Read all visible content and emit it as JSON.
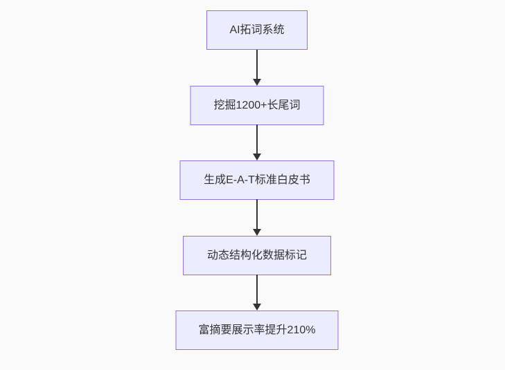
{
  "diagram": {
    "type": "flowchart",
    "direction": "top-down",
    "nodes": [
      {
        "id": "step-1",
        "label": "AI拓词系统"
      },
      {
        "id": "step-2",
        "label": "挖掘1200+长尾词"
      },
      {
        "id": "step-3",
        "label": "生成E-A-T标准白皮书"
      },
      {
        "id": "step-4",
        "label": "动态结构化数据标记"
      },
      {
        "id": "step-5",
        "label": "富摘要展示率提升210%"
      }
    ],
    "edges": [
      {
        "from": "step-1",
        "to": "step-2",
        "style": "arrow-down"
      },
      {
        "from": "step-2",
        "to": "step-3",
        "style": "arrow-down"
      },
      {
        "from": "step-3",
        "to": "step-4",
        "style": "arrow-down"
      },
      {
        "from": "step-4",
        "to": "step-5",
        "style": "arrow-down"
      }
    ],
    "colors": {
      "bg": "#fafafa",
      "node_fill": "#ECECFF",
      "node_border": "#9370DB",
      "node_text": "#333333",
      "arrow": "#333333"
    }
  }
}
